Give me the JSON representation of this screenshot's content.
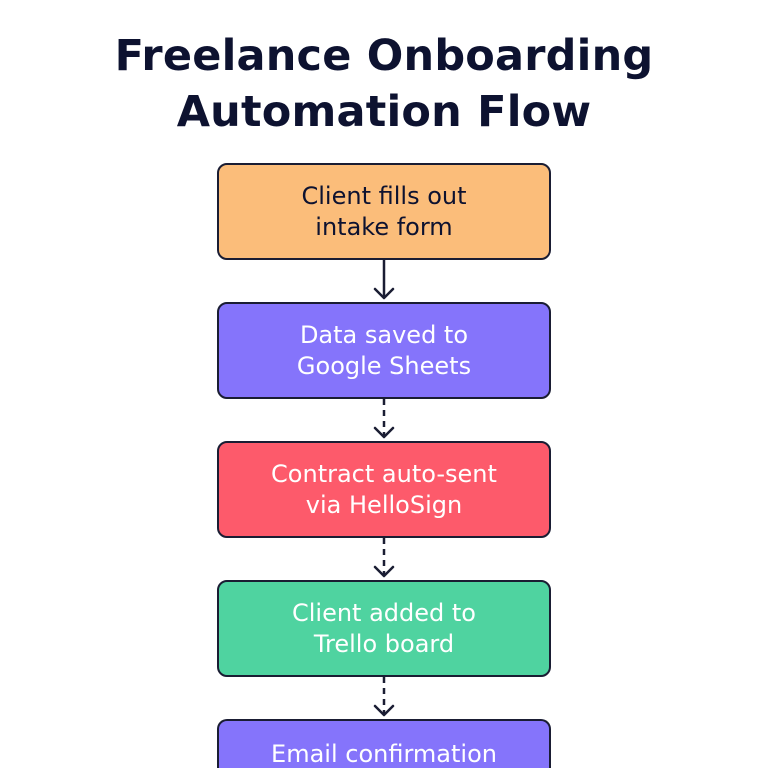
{
  "title": {
    "line1": "Freelance Onboarding",
    "line2": "Automation Flow"
  },
  "colors": {
    "step1": "#fbbd7a",
    "step2": "#8574fb",
    "step3": "#fd5a6b",
    "step4": "#4fd3a0",
    "step5": "#8574fb",
    "border": "#1a1d33",
    "title": "#0d1230"
  },
  "steps": [
    {
      "line1": "Client fills out",
      "line2": "intake form"
    },
    {
      "line1": "Data saved to",
      "line2": "Google Sheets"
    },
    {
      "line1": "Contract auto-sent",
      "line2": "via HelloSign"
    },
    {
      "line1": "Client added to",
      "line2": "Trello board"
    },
    {
      "line1": "Email confirmation",
      "line2": ""
    }
  ]
}
